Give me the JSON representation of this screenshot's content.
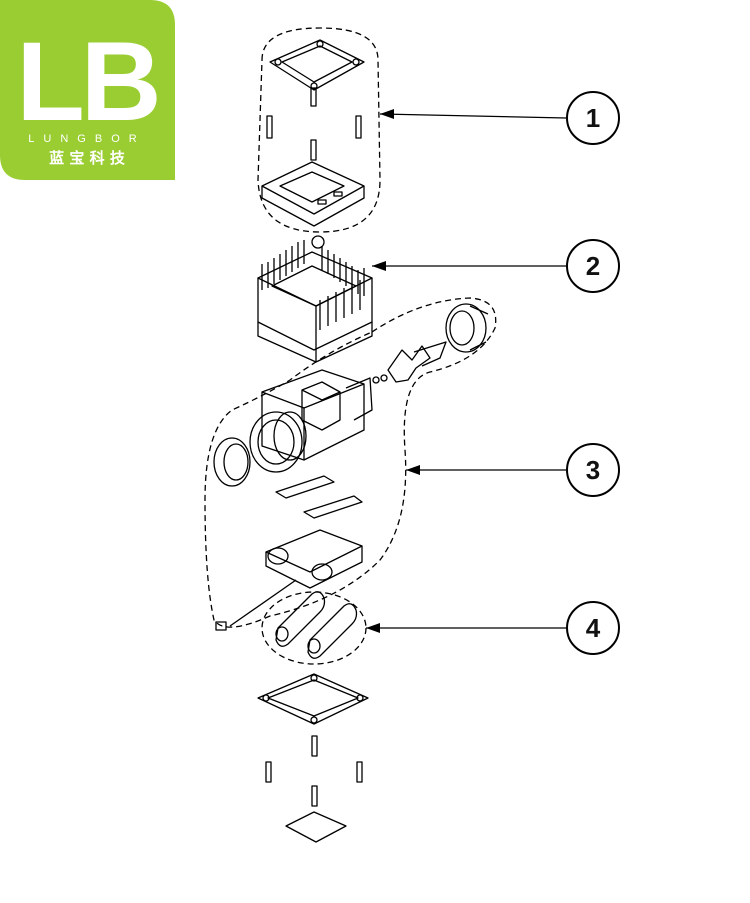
{
  "logo": {
    "letters": "LB",
    "brand": "LUNGBOR",
    "chinese": "蓝 宝 科 技",
    "color": "#9acd32"
  },
  "callouts": [
    {
      "number": "1"
    },
    {
      "number": "2"
    },
    {
      "number": "3"
    },
    {
      "number": "4"
    }
  ]
}
